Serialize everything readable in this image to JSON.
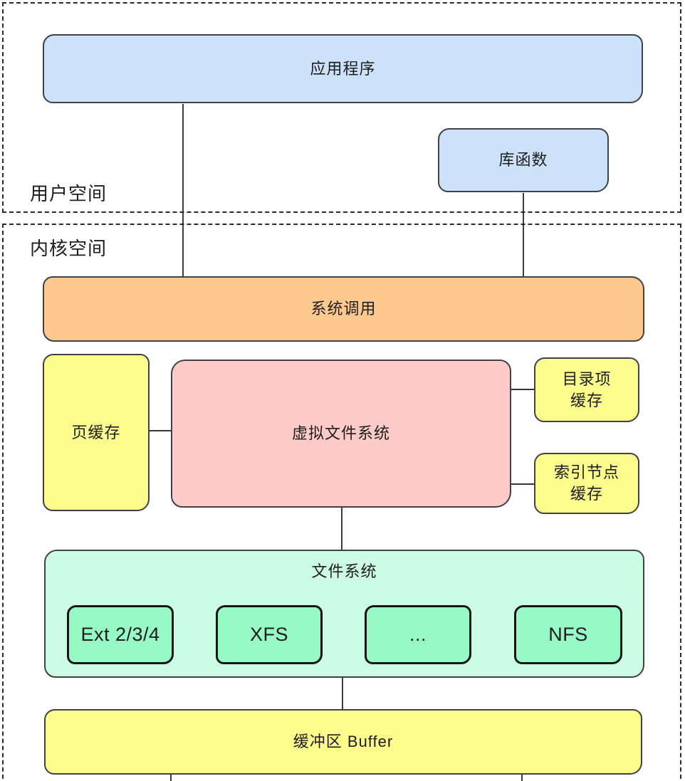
{
  "regions": {
    "user_space": {
      "label": "用户空间"
    },
    "kernel_space": {
      "label": "内核空间"
    }
  },
  "nodes": {
    "application": {
      "label": "应用程序"
    },
    "library": {
      "label": "库函数"
    },
    "syscall": {
      "label": "系统调用"
    },
    "page_cache": {
      "label": "页缓存"
    },
    "vfs": {
      "label": "虚拟文件系统"
    },
    "dentry_cache": {
      "label_line1": "目录项",
      "label_line2": "缓存"
    },
    "inode_cache": {
      "label_line1": "索引节点",
      "label_line2": "缓存"
    },
    "filesystem": {
      "label": "文件系统",
      "children": [
        {
          "label": "Ext 2/3/4"
        },
        {
          "label": "XFS"
        },
        {
          "label": "..."
        },
        {
          "label": "NFS"
        }
      ]
    },
    "buffer": {
      "label": "缓冲区 Buffer"
    }
  },
  "palette": {
    "box_blue": "#cbe2fa",
    "box_orange": "#fec98f",
    "box_yellow": "#fcfd8d",
    "box_pink": "#ffcbc9",
    "box_light_green": "#cdfce5",
    "box_green": "#96f9c6",
    "box_border": "#3e4247",
    "small_box_border": "#161616",
    "dashed_border": "#2b2b2b",
    "text": "#1d1d1d",
    "connector": "#1a1a1a"
  }
}
